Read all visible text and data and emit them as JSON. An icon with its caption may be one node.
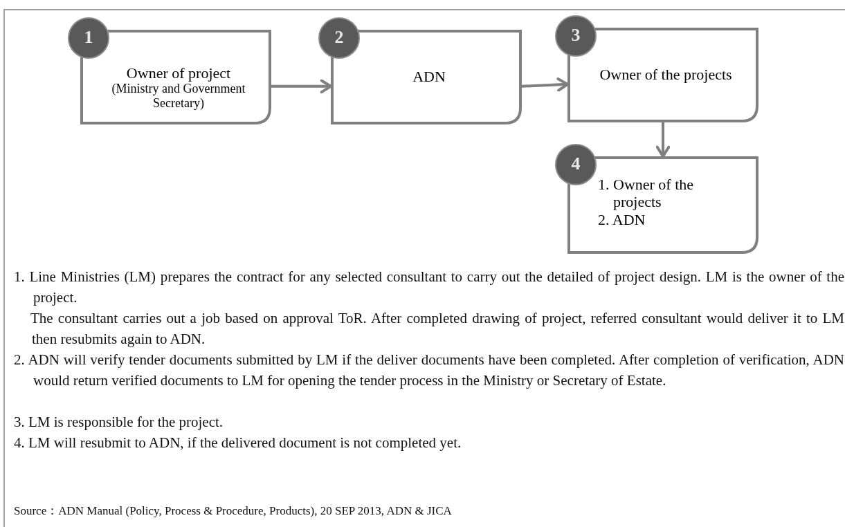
{
  "diagram": {
    "nodes": [
      {
        "text": [
          "1",
          "Owner of project",
          "(Ministry and Government Secretary)"
        ]
      },
      {
        "text": [
          "2",
          "ADN"
        ]
      },
      {
        "text": [
          "3",
          "Owner of the projects"
        ]
      },
      {
        "text": [
          "4",
          "1. Owner of the projects",
          "2. ADN"
        ]
      }
    ],
    "edges": [
      {
        "from": 0,
        "to": 1,
        "arrow": "to"
      },
      {
        "from": 1,
        "to": 2,
        "arrow": "to"
      },
      {
        "from": 2,
        "to": 3,
        "arrow": "to"
      }
    ],
    "labels": [
      "1. Line Ministries (LM) prepares the contract for any selected consultant to carry out the detailed of project design. LM is the owner of the project.",
      "The consultant carries out a job based on approval ToR. After completed drawing of project, referred consultant would deliver it to LM then resubmits again to ADN.",
      "2. ADN will verify tender documents submitted by LM if the deliver documents have been completed. After completion of verification, ADN would return verified documents to LM for opening the tender process in the Ministry or Secretary of Estate.",
      "3. LM is responsible for the project.",
      "4. LM will resubmit to ADN, if the delivered document is not completed yet.",
      "Source：ADN Manual (Policy, Process & Procedure, Products), 20 SEP 2013, ADN & JICA"
    ]
  }
}
